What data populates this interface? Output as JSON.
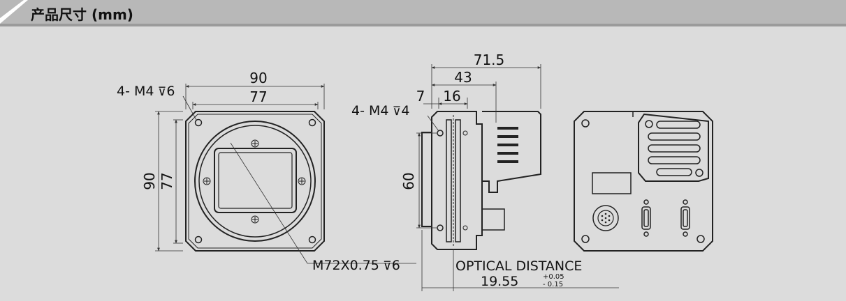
{
  "header": {
    "title": "产品尺寸 (mm)"
  },
  "front_view": {
    "width_outer": "90",
    "width_inner": "77",
    "height_outer": "90",
    "height_inner": "77",
    "holes_label": "4- M4",
    "holes_depth": "6",
    "mount_label": "M72X0.75",
    "mount_depth": "6"
  },
  "side_view": {
    "total_depth": "71.5",
    "body_depth": "43",
    "flange_depth": "16",
    "flange_offset": "7",
    "holes_label": "4- M4",
    "holes_depth": "4",
    "hole_spacing": "60",
    "optical_label": "OPTICAL DISTANCE",
    "optical_value": "19.55",
    "tolerance_plus": "+0.05",
    "tolerance_minus": "- 0.15"
  }
}
